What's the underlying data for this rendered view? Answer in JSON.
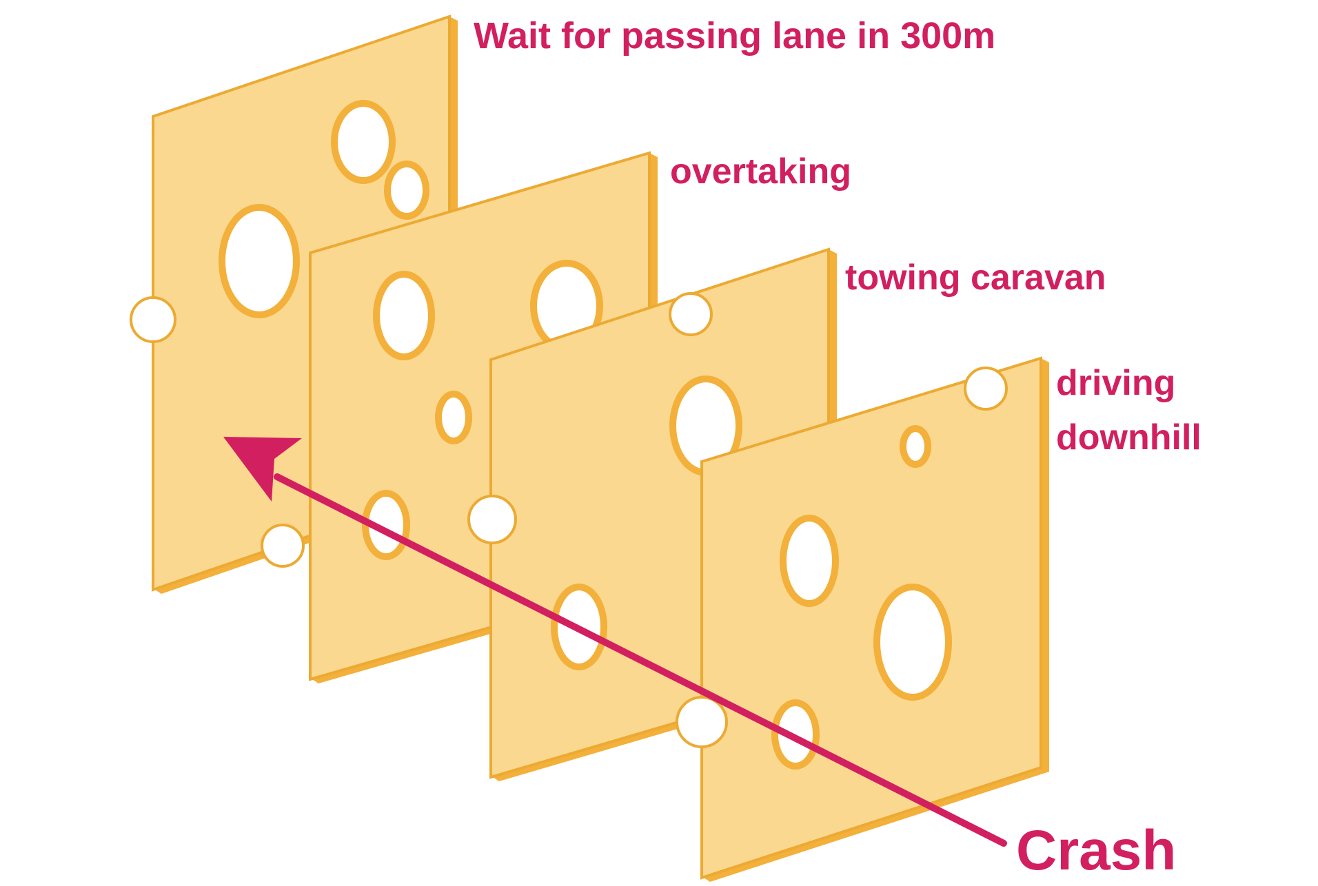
{
  "title": "Wait for passing lane in 300m",
  "layers": [
    {
      "label": "overtaking"
    },
    {
      "label": "towing caravan"
    },
    {
      "label": "driving",
      "label_line2": "downhill"
    }
  ],
  "outcome": "Crash",
  "colors": {
    "accent": "#d21f5f",
    "cheese_face": "#fbd890",
    "cheese_edge": "#f3b03a",
    "cheese_outline": "#ecaa33",
    "background": "#ffffff"
  }
}
